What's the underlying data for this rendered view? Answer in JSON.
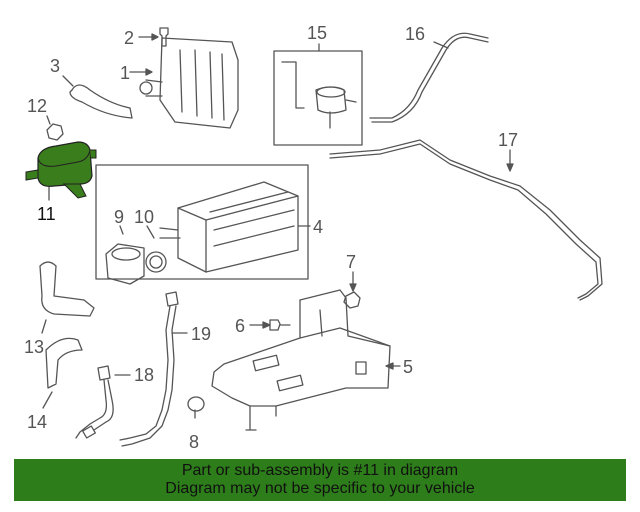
{
  "callouts": {
    "c1": "1",
    "c2": "2",
    "c3": "3",
    "c4": "4",
    "c5": "5",
    "c6": "6",
    "c7": "7",
    "c8": "8",
    "c9": "9",
    "c10": "10",
    "c11": "11",
    "c12": "12",
    "c13": "13",
    "c14": "14",
    "c15": "15",
    "c16": "16",
    "c17": "17",
    "c18": "18",
    "c19": "19"
  },
  "banner": {
    "line1": "Part or sub-assembly is #11 in diagram",
    "line2": "Diagram may not be specific to your vehicle"
  },
  "colors": {
    "highlight_part": "#3a7d1c",
    "banner_bg": "#2d7d1a",
    "line_art": "#555555"
  }
}
